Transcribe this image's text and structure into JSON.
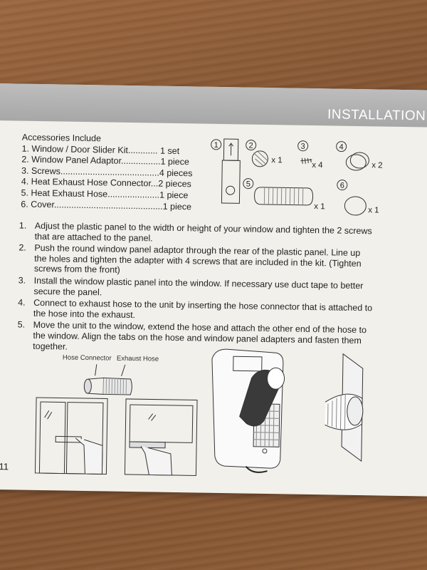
{
  "header": {
    "title": "INSTALLATION"
  },
  "accessories": {
    "heading": "Accessories Include",
    "items": [
      "1. Window / Door Slider Kit............ 1 set",
      "2. Window Panel Adaptor................1 piece",
      "3. Screws........................................4 pieces",
      "4. Heat Exhaust Hose Connector...2 pieces",
      "5. Heat Exhaust Hose.....................1 piece",
      "6. Cover............................................1 piece"
    ]
  },
  "part_callouts": {
    "n1": "1",
    "n2": "2",
    "n3": "3",
    "n4": "4",
    "n5": "5",
    "n6": "6",
    "q2": "x 1",
    "q3": "x 4",
    "q4": "x 2",
    "q5": "x 1",
    "q6": "x 1"
  },
  "steps": [
    {
      "num": "1.",
      "text": "Adjust the plastic panel to the width or height of your window and tighten the 2 screws that are attached to the panel."
    },
    {
      "num": "2.",
      "text": "Push the round window panel adaptor through the rear of the plastic panel. Line up the holes and tighten the adapter with 4 screws that are included in the kit. (Tighten screws from the front)"
    },
    {
      "num": "3.",
      "text": "Install the window plastic panel into the window. If necessary use duct tape to better secure the panel."
    },
    {
      "num": "4.",
      "text": "Connect to exhaust hose to the unit by inserting the hose connector that is attached to the hose into the exhaust."
    },
    {
      "num": "5.",
      "text": "Move the unit to the window, extend the hose and attach the other end of the hose to the window. Align the tabs on the hose and window panel adapters and fasten them together."
    }
  ],
  "figure_labels": {
    "hose_connector": "Hose Connector",
    "exhaust_hose": "Exhaust Hose"
  },
  "page_number": "11",
  "colors": {
    "banner": "#b3b3b3",
    "paper": "#f2f0ea",
    "ink": "#222222",
    "table": "#8a5a36"
  }
}
